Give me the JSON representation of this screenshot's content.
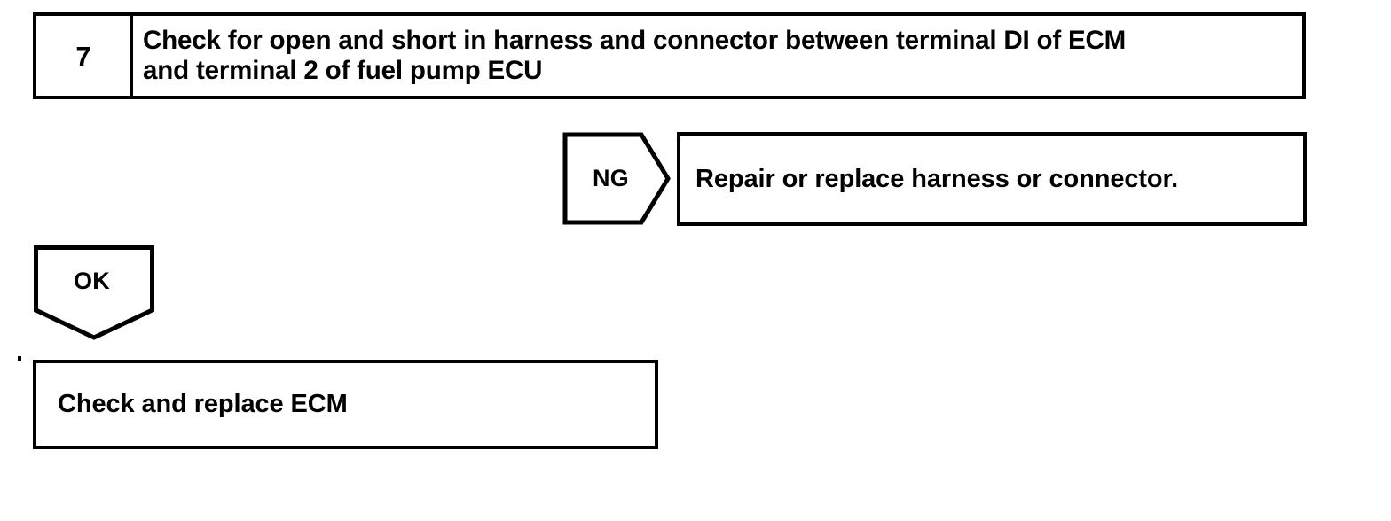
{
  "page": {
    "background_color": "#ffffff",
    "ink_color": "#000000",
    "kind": "troubleshooting-flowchart"
  },
  "step": {
    "number": "7",
    "instruction_line1": "Check for open and short in harness and connector between terminal DI of ECM",
    "instruction_line2": "and terminal 2 of fuel pump ECU",
    "instruction": "Check for open and short in harness and connector between terminal DI of ECM\nand terminal 2 of fuel pump ECU"
  },
  "branches": [
    {
      "label": "NG",
      "shape": "pentagon-right-arrow",
      "result": "Repair or replace harness or connector."
    },
    {
      "label": "OK",
      "shape": "pentagon-down-arrow",
      "result": "Check and replace ECM"
    }
  ],
  "ng_branch": {
    "label": "NG",
    "result_text": "Repair or replace harness or connector."
  },
  "ok_branch": {
    "label": "OK",
    "result_text": "Check and replace ECM"
  }
}
